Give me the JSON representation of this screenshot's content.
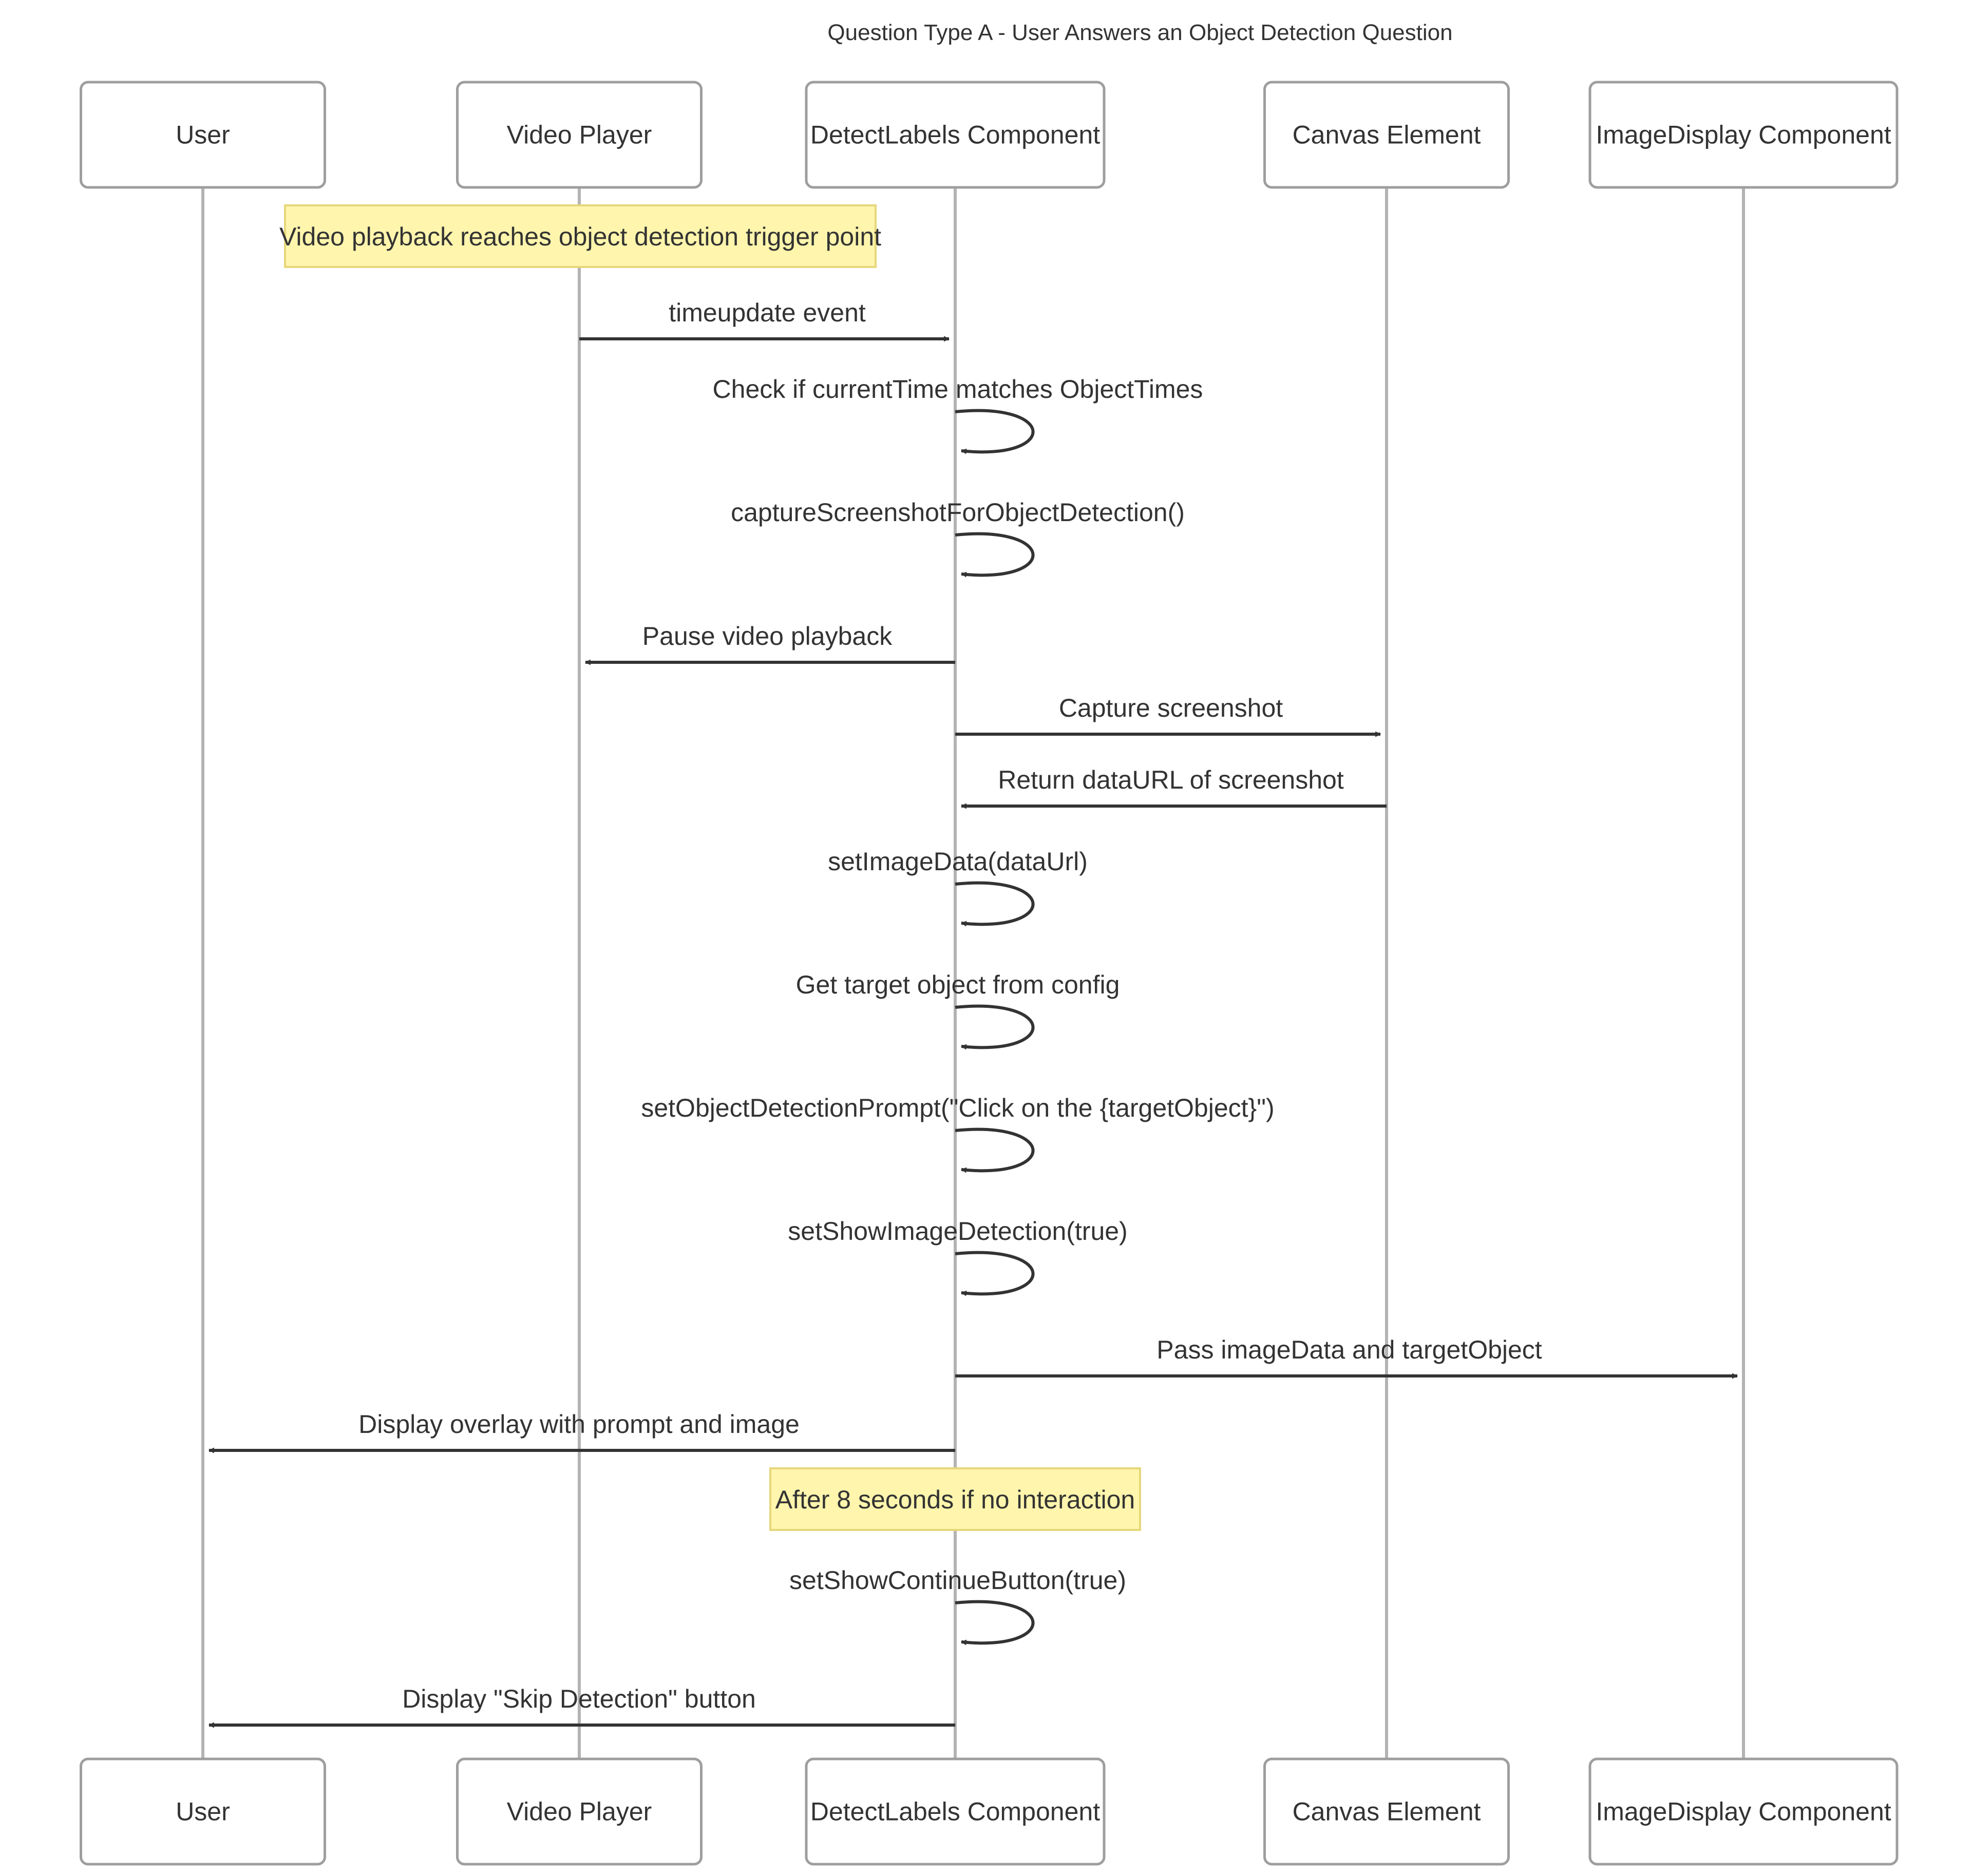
{
  "title": "Question Type A - User Answers an Object Detection Question",
  "actors": [
    {
      "id": "user",
      "label": "User"
    },
    {
      "id": "video",
      "label": "Video Player"
    },
    {
      "id": "detect",
      "label": "DetectLabels Component"
    },
    {
      "id": "canvas",
      "label": "Canvas Element"
    },
    {
      "id": "image",
      "label": "ImageDisplay Component"
    }
  ],
  "steps": [
    {
      "kind": "note",
      "over": [
        "user",
        "detect"
      ],
      "text": "Video playback reaches object detection trigger point"
    },
    {
      "kind": "message",
      "from": "video",
      "to": "detect",
      "text": "timeupdate event"
    },
    {
      "kind": "self",
      "actor": "detect",
      "text": "Check if currentTime matches ObjectTimes"
    },
    {
      "kind": "self",
      "actor": "detect",
      "text": "captureScreenshotForObjectDetection()"
    },
    {
      "kind": "message",
      "from": "detect",
      "to": "video",
      "text": "Pause video playback"
    },
    {
      "kind": "message",
      "from": "detect",
      "to": "canvas",
      "text": "Capture screenshot"
    },
    {
      "kind": "message",
      "from": "canvas",
      "to": "detect",
      "text": "Return dataURL of screenshot"
    },
    {
      "kind": "self",
      "actor": "detect",
      "text": "setImageData(dataUrl)"
    },
    {
      "kind": "self",
      "actor": "detect",
      "text": "Get target object from config"
    },
    {
      "kind": "self",
      "actor": "detect",
      "text": "setObjectDetectionPrompt(\"Click on the {targetObject}\")"
    },
    {
      "kind": "self",
      "actor": "detect",
      "text": "setShowImageDetection(true)"
    },
    {
      "kind": "message",
      "from": "detect",
      "to": "image",
      "text": "Pass imageData and targetObject"
    },
    {
      "kind": "message",
      "from": "detect",
      "to": "user",
      "text": "Display overlay with prompt and image"
    },
    {
      "kind": "note",
      "over": [
        "detect"
      ],
      "text": "After 8 seconds if no interaction"
    },
    {
      "kind": "self",
      "actor": "detect",
      "text": "setShowContinueButton(true)"
    },
    {
      "kind": "message",
      "from": "detect",
      "to": "user",
      "text": "Display \"Skip Detection\" button"
    }
  ],
  "colors": {
    "note_fill": "#fff5ad",
    "note_border": "#e6d77a",
    "actor_border": "#9e9e9e",
    "lifeline": "#b3b3b3",
    "text": "#333333"
  }
}
